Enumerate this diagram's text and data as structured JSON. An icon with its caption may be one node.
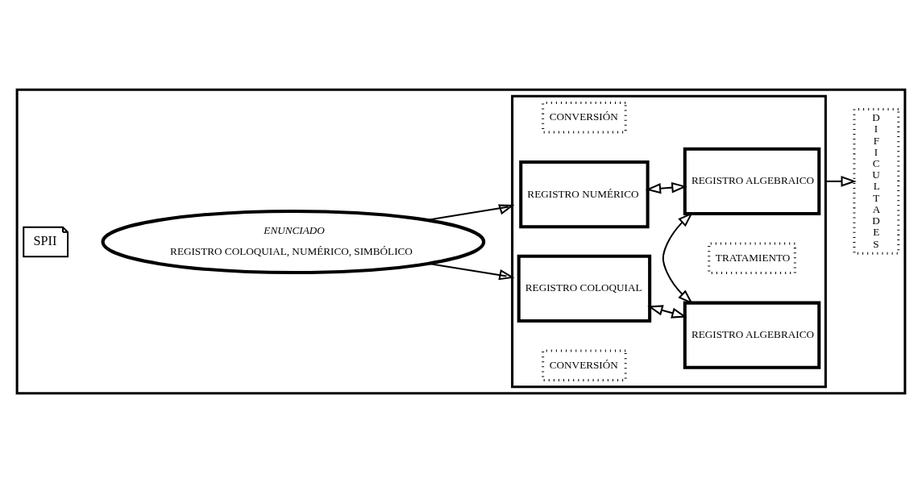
{
  "diagram": {
    "nodes": [
      {
        "text": [],
        "shape": "box"
      },
      {
        "text": [
          "SPII"
        ],
        "in": 0
      },
      {
        "text": [
          "ENUNCIADO",
          "REGISTRO COLOQUIAL, NUMÉRICO, SIMBÓLICO"
        ],
        "in": 0
      },
      {
        "text": [],
        "shape": "box",
        "in": 0
      },
      {
        "text": [
          "CONVERSIÓN"
        ],
        "in": 3
      },
      {
        "text": [
          "REGISTRO NUMÉRICO"
        ],
        "in": 3
      },
      {
        "text": [
          "REGISTRO ALGEBRAICO"
        ],
        "in": 3
      },
      {
        "text": [
          "TRATAMIENTO"
        ],
        "in": 3
      },
      {
        "text": [
          "REGISTRO COLOQUIAL"
        ],
        "in": 3
      },
      {
        "text": [
          "REGISTRO ALGEBRAICO"
        ],
        "in": 3
      },
      {
        "text": [
          "CONVERSIÓN"
        ],
        "in": 3
      },
      {
        "text": [
          "DIFICULTADES"
        ],
        "in": 0
      }
    ],
    "edges": [
      {
        "from": 2,
        "to": 3,
        "arrow": "to"
      },
      {
        "from": 2,
        "to": 3,
        "arrow": "to"
      },
      {
        "from": 5,
        "to": 6,
        "arrow": "both"
      },
      {
        "from": 6,
        "to": 9,
        "arrow": "both"
      },
      {
        "from": 8,
        "to": 9,
        "arrow": "both"
      },
      {
        "from": 3,
        "to": 11,
        "arrow": "to"
      }
    ]
  }
}
